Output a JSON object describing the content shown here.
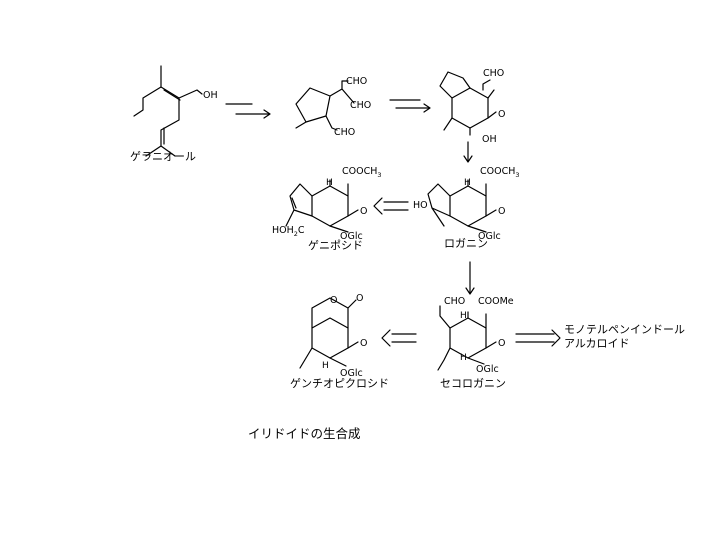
{
  "compounds": {
    "geraniol": {
      "name": "ゲラニオール",
      "oh": "OH"
    },
    "iridodial": {
      "cho_top": "CHO",
      "cho_mid": "CHO",
      "cho_low": "CHO"
    },
    "cyclized": {
      "cho": "CHO",
      "oh": "OH"
    },
    "loganin": {
      "name": "ロガニン",
      "ester": "COOCH",
      "ester_sub": "3",
      "ho": "HO",
      "oglc": "OGlc",
      "h": "H"
    },
    "geniposide": {
      "name": "ゲニポシド",
      "ester": "COOCH",
      "ester_sub": "3",
      "hoh2c_a": "HOH",
      "hoh2c_sub": "2",
      "hoh2c_b": "C",
      "oglc": "OGlc",
      "h": "H"
    },
    "secologanin": {
      "name": "セコロガニン",
      "cho": "CHO",
      "ester": "COOMe",
      "oglc": "OGlc",
      "h1": "H",
      "h2": "H"
    },
    "gentiopicroside": {
      "name": "ゲンチオピクロシド",
      "o": "O",
      "h": "H",
      "oglc": "OGlc"
    }
  },
  "products": {
    "line1": "モノテルペンインドール",
    "line2": "アルカロイド"
  },
  "caption": "イリドイドの生合成"
}
